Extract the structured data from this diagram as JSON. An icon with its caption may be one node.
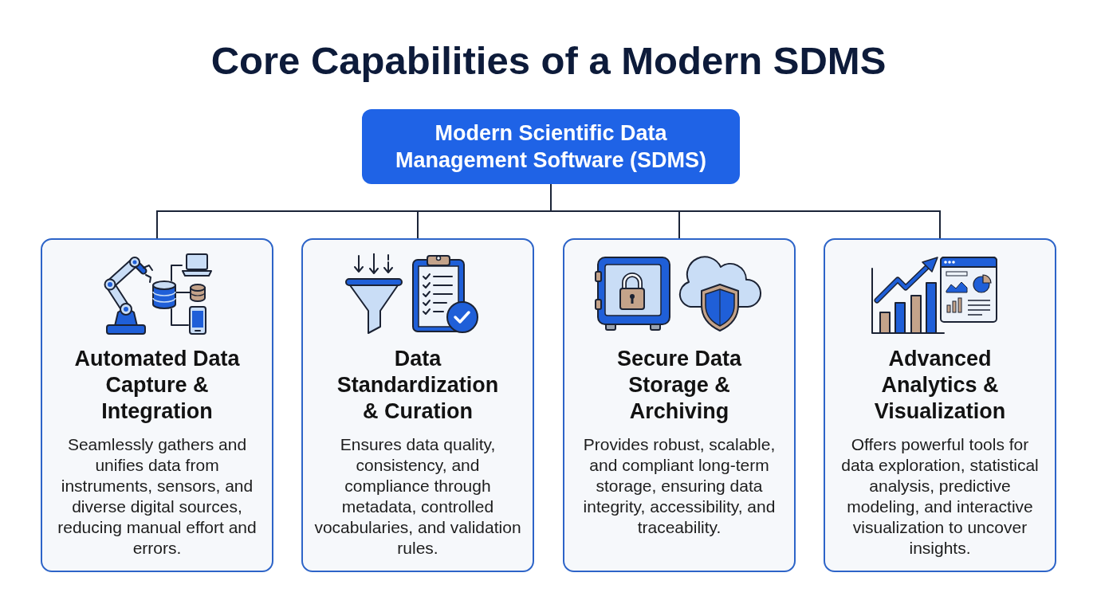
{
  "diagram": {
    "title": "Core Capabilities of a Modern SDMS",
    "nodes": [
      {
        "text": [
          "Modern Scientific Data Management Software (SDMS)"
        ]
      },
      {
        "text": [
          "Automated Data Capture & Integration",
          "Seamlessly gathers and unifies data from instruments, sensors, and diverse digital sources, reducing manual effort and errors."
        ]
      },
      {
        "text": [
          "Data Standardization & Curation",
          "Ensures data quality, consistency, and compliance through metadata, controlled vocabularies, and validation rules."
        ]
      },
      {
        "text": [
          "Secure Data Storage & Archiving",
          "Provides robust, scalable, and compliant long-term storage, ensuring data integrity, accessibility, and traceability."
        ]
      },
      {
        "text": [
          "Advanced Analytics & Visualization",
          "Offers powerful tools for data exploration, statistical analysis, predictive modeling, and interactive visualization to uncover insights."
        ]
      }
    ],
    "edges": [
      {
        "from": 0,
        "to": 1,
        "arrow": "none"
      },
      {
        "from": 0,
        "to": 2,
        "arrow": "none"
      },
      {
        "from": 0,
        "to": 3,
        "arrow": "none"
      },
      {
        "from": 0,
        "to": 4,
        "arrow": "none"
      }
    ]
  }
}
